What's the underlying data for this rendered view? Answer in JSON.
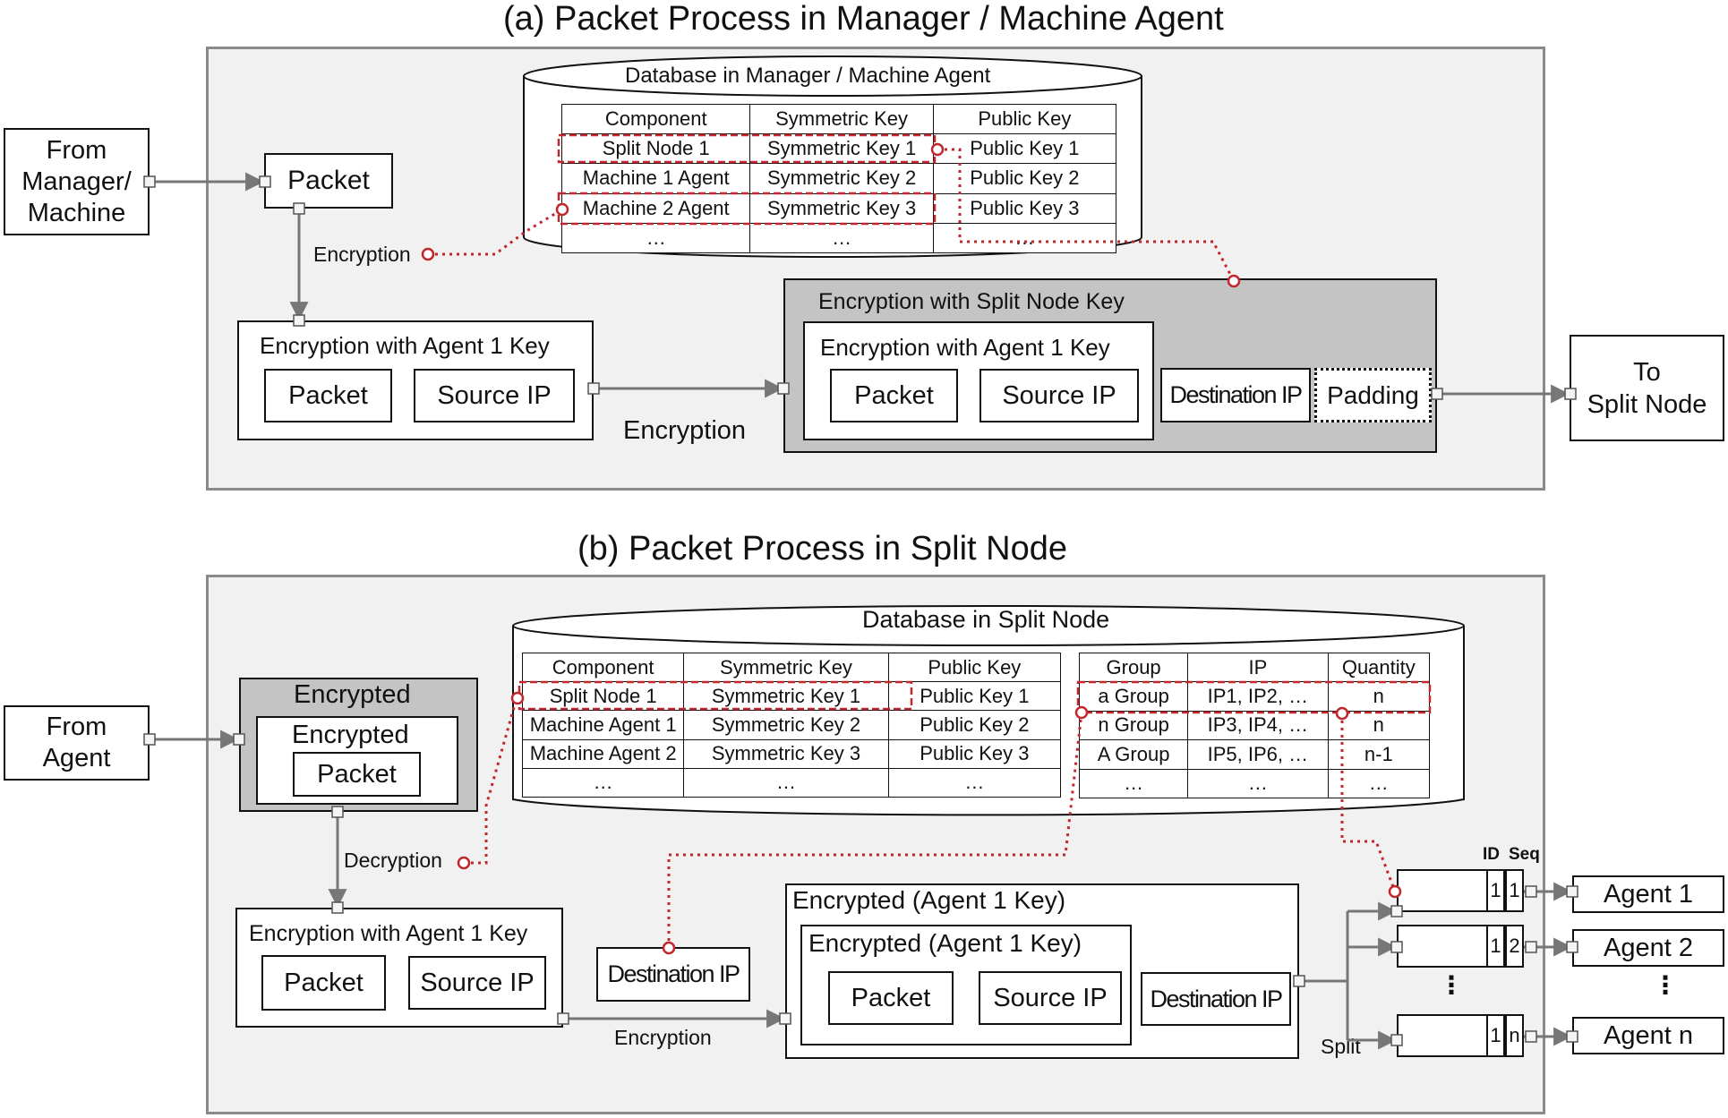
{
  "colors": {
    "accent_dotted": "#c0282d",
    "panel_bg": "#f1f1f1",
    "gray_box": "#c4c4c4",
    "connector": "#777777"
  },
  "a": {
    "title": "(a) Packet Process in Manager / Machine Agent",
    "from": [
      "From",
      "Manager/",
      "Machine"
    ],
    "packet": "Packet",
    "encryption_small": "Encryption",
    "db_title": "Database in Manager / Machine Agent",
    "db_header": [
      "Component",
      "Symmetric Key",
      "Public Key"
    ],
    "db_rows": [
      [
        "Split Node 1",
        "Symmetric Key 1",
        "Public Key 1"
      ],
      [
        "Machine 1 Agent",
        "Symmetric Key 2",
        "Public Key 2"
      ],
      [
        "Machine 2 Agent",
        "Symmetric Key 3",
        "Public Key 3"
      ],
      [
        "…",
        "…",
        "…"
      ]
    ],
    "enc_agent_box": {
      "title": "Encryption with Agent 1 Key",
      "packet": "Packet",
      "source_ip": "Source IP"
    },
    "encryption_big": "Encryption",
    "split_box": {
      "title": "Encryption with Split Node Key",
      "inner_title": "Encryption with Agent 1 Key",
      "packet": "Packet",
      "source_ip": "Source IP",
      "dest_ip": "Destination IP",
      "padding": "Padding"
    },
    "to": [
      "To",
      "Split Node"
    ]
  },
  "b": {
    "title": "(b) Packet Process in Split Node",
    "from": [
      "From",
      "Agent"
    ],
    "encrypted_outer": "Encrypted",
    "encrypted_inner": "Encrypted",
    "packet": "Packet",
    "decryption": "Decryption",
    "db_title": "Database in Split Node",
    "db1_header": [
      "Component",
      "Symmetric Key",
      "Public Key"
    ],
    "db1_rows": [
      [
        "Split Node 1",
        "Symmetric Key 1",
        "Public Key 1"
      ],
      [
        "Machine Agent 1",
        "Symmetric Key 2",
        "Public Key 2"
      ],
      [
        "Machine Agent 2",
        "Symmetric Key 3",
        "Public Key 3"
      ],
      [
        "…",
        "…",
        "…"
      ]
    ],
    "db2_header": [
      "Group",
      "IP",
      "Quantity"
    ],
    "db2_rows": [
      [
        "a Group",
        "IP1, IP2, …",
        "n"
      ],
      [
        "n Group",
        "IP3, IP4, …",
        "n"
      ],
      [
        "A Group",
        "IP5, IP6, …",
        "n-1"
      ],
      [
        "…",
        "…",
        "…"
      ]
    ],
    "enc_agent_box": {
      "title": "Encryption with Agent 1 Key",
      "packet": "Packet",
      "source_ip": "Source IP"
    },
    "dest_ip": "Destination IP",
    "encryption": "Encryption",
    "enc_box": {
      "title": "Encrypted (Agent 1 Key)",
      "inner_title": "Encrypted (Agent 1 Key)",
      "packet": "Packet",
      "source_ip": "Source IP",
      "dest_ip": "Destination IP"
    },
    "split": "Split",
    "id_label": "ID",
    "seq_label": "Seq",
    "queues": [
      {
        "id": "1",
        "seq": "1"
      },
      {
        "id": "1",
        "seq": "2"
      },
      {
        "id": "1",
        "seq": "n"
      }
    ],
    "queue_dots": "⋮",
    "agents": [
      "Agent 1",
      "Agent 2",
      "Agent n"
    ],
    "agent_dots": "⋮"
  }
}
